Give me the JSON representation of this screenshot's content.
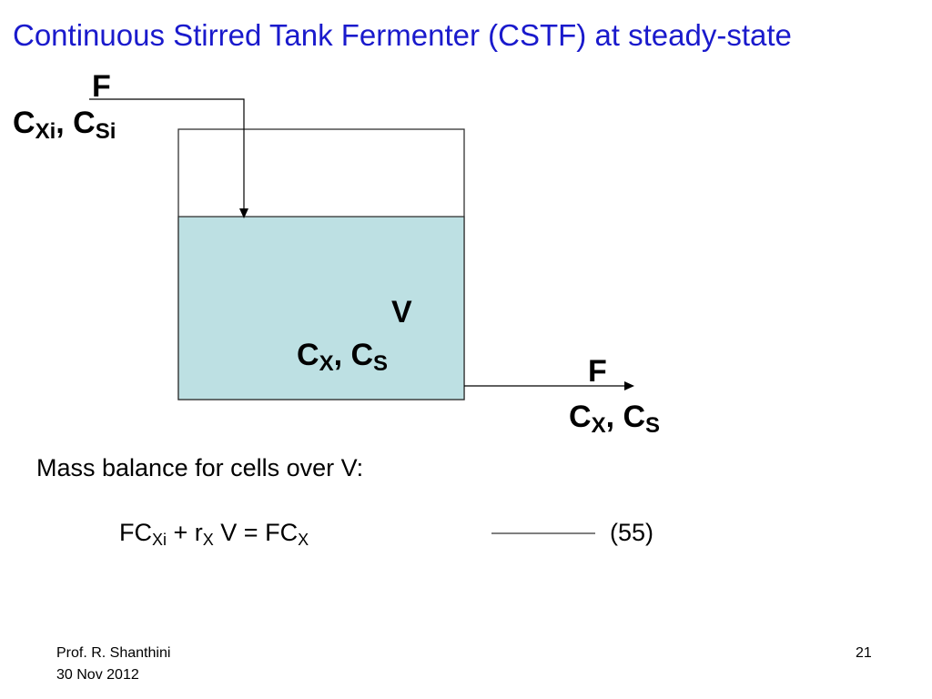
{
  "title": "Continuous Stirred Tank Fermenter (CSTF) at steady-state",
  "diagram": {
    "inlet_flow": "F",
    "inlet_conc": {
      "c1": "C",
      "s1": "Xi",
      "sep": ", ",
      "c2": "C",
      "s2": "Si"
    },
    "volume": "V",
    "tank_conc": {
      "c1": "C",
      "s1": "X",
      "sep": ", ",
      "c2": "C",
      "s2": "S"
    },
    "outlet_flow": "F",
    "outlet_conc": {
      "c1": "C",
      "s1": "X",
      "sep": ", ",
      "c2": "C",
      "s2": "S"
    },
    "liquid_color": "#bde0e3"
  },
  "mass_balance_heading": "Mass balance for cells over V:",
  "equation": {
    "p1": "FC",
    "s1": "Xi",
    "p2": " + r",
    "s2": "X",
    "p3": " V = FC",
    "s3": "X",
    "number": "(55)"
  },
  "footer": {
    "author": "Prof. R. Shanthini",
    "date": "30 Nov 2012",
    "page_number": "21"
  }
}
